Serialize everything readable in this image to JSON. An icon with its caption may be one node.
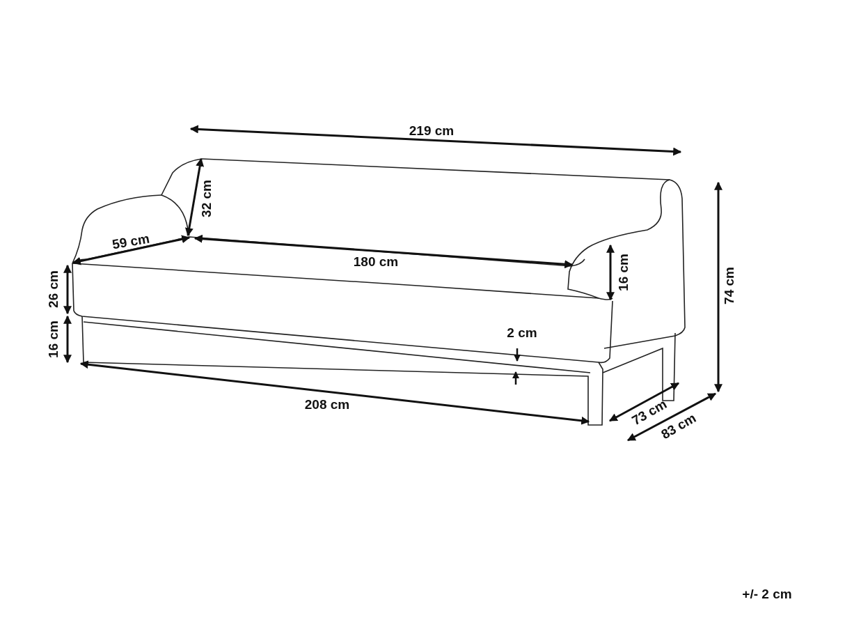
{
  "diagram": {
    "labels": [
      "219 cm",
      "32 cm",
      "59 cm",
      "180 cm",
      "16 cm",
      "74 cm",
      "26 cm",
      "16 cm",
      "2 cm",
      "208 cm",
      "73 cm",
      "83 cm",
      "+/- 2 cm"
    ]
  }
}
